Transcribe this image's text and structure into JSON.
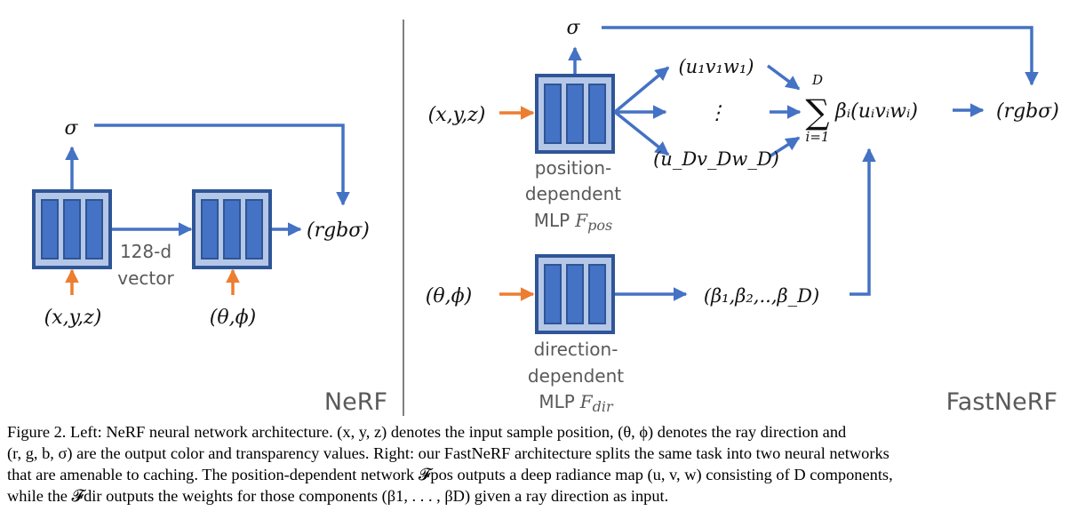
{
  "nerf": {
    "sigma": "σ",
    "rgb": "(rgbσ)",
    "xyz": "(x,y,z)",
    "theta_phi": "(θ,ϕ)",
    "vec_line1": "128-d",
    "vec_line2": "vector",
    "title": "NeRF"
  },
  "fastnerf": {
    "sigma": "σ",
    "xyz": "(x,y,z)",
    "theta_phi": "(θ,ϕ)",
    "pos_line1": "position-",
    "pos_line2": "dependent",
    "pos_line3": "MLP",
    "pos_sym": "F",
    "pos_sub": "pos",
    "dir_line1": "direction-",
    "dir_line2": "dependent",
    "dir_line3": "MLP",
    "dir_sym": "F",
    "dir_sub": "dir",
    "uvw1": "(u₁v₁w₁)",
    "dots": "⋮",
    "uvwD": "(u_Dv_Dw_D)",
    "sum_sym": "∑",
    "sum_top": "D",
    "sum_bottom": "i=1",
    "sum_expr": "βᵢ(uᵢvᵢwᵢ)",
    "betas": "(β₁,β₂,..,β_D)",
    "rgb": "(rgbσ)",
    "title": "FastNeRF"
  },
  "caption": {
    "line1": "Figure 2. Left: NeRF neural network architecture. (x, y, z) denotes the input sample position, (θ, ϕ) denotes the ray direction and",
    "line2": "(r, g, b, σ) are the output color and transparency values. Right: our FastNeRF architecture splits the same task into two neural networks",
    "line3": "that are amenable to caching. The position-dependent network 𝓕pos outputs a deep radiance map (u, v, w) consisting of D components,",
    "line4": "while the 𝓕dir outputs the weights for those components (β1, . . . , βD) given a ray direction as input."
  },
  "colors": {
    "arrow_blue": "#4472C4",
    "arrow_orange": "#ED7D31",
    "mlp_fill": "#4472C4",
    "mlp_bg": "#B4C7E7",
    "mlp_border": "#2F5597",
    "label_gray": "#595959"
  }
}
